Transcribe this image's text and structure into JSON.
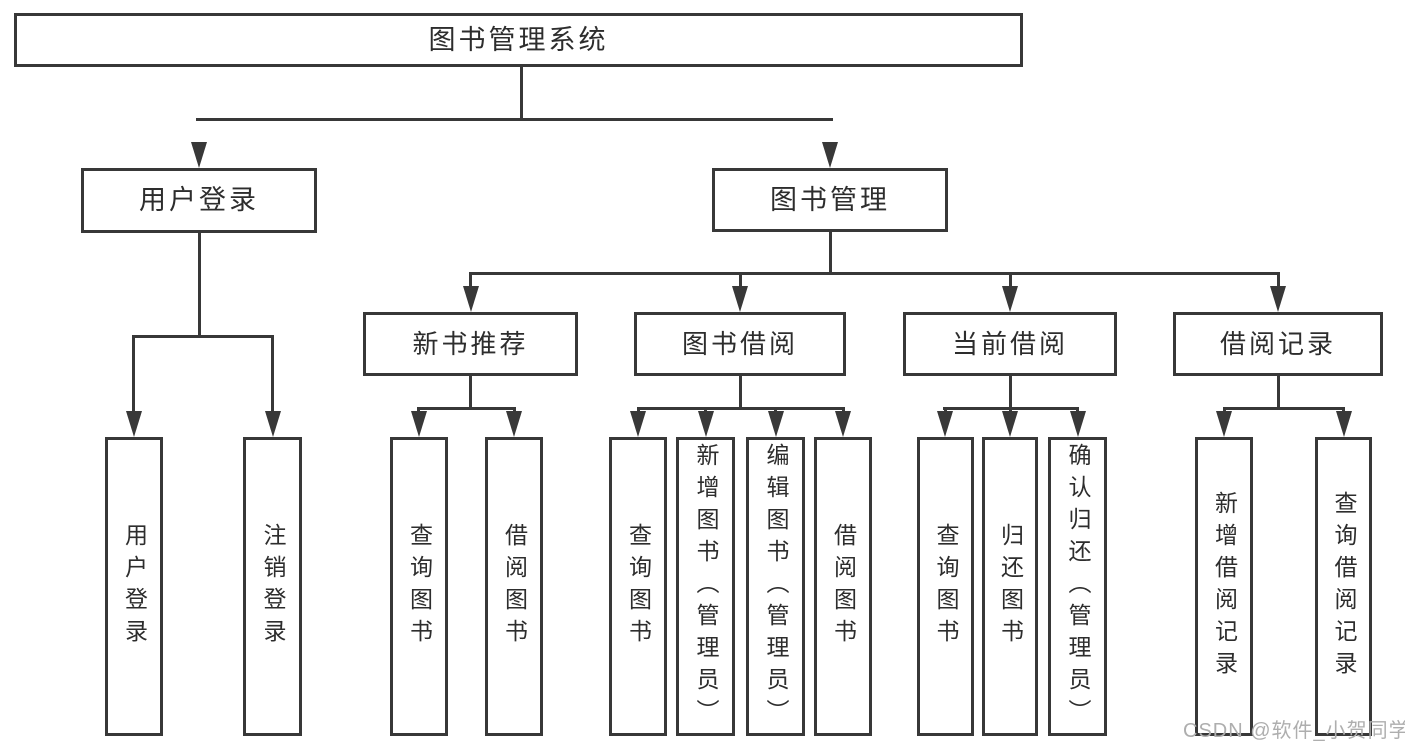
{
  "diagram": {
    "title": "图书管理系统",
    "watermark": "CSDN @软件_小贺同学",
    "line_color": "#383838",
    "text_color": "#2d2d2d",
    "watermark_color": "#aeaeae"
  },
  "nodes": {
    "root": {
      "label": "图书管理系统"
    },
    "user_login": {
      "label": "用户登录"
    },
    "book_mgmt": {
      "label": "图书管理"
    },
    "new_book_rec": {
      "label": "新书推荐"
    },
    "book_borrow": {
      "label": "图书借阅"
    },
    "current_borrow": {
      "label": "当前借阅"
    },
    "borrow_records": {
      "label": "借阅记录"
    },
    "leaf_user_login": {
      "label": "用户登录"
    },
    "leaf_logout": {
      "label": "注销登录"
    },
    "leaf_query_book_1": {
      "label": "查询图书"
    },
    "leaf_borrow_book_1": {
      "label": "借阅图书"
    },
    "leaf_query_book_2": {
      "label": "查询图书"
    },
    "leaf_add_book": {
      "label": "新增图书（管理员）"
    },
    "leaf_edit_book": {
      "label": "编辑图书（管理员）"
    },
    "leaf_borrow_book_2": {
      "label": "借阅图书"
    },
    "leaf_query_book_3": {
      "label": "查询图书"
    },
    "leaf_return_book": {
      "label": "归还图书"
    },
    "leaf_confirm_return": {
      "label": "确认归还（管理员）"
    },
    "leaf_add_record": {
      "label": "新增借阅记录"
    },
    "leaf_query_record": {
      "label": "查询借阅记录"
    }
  }
}
